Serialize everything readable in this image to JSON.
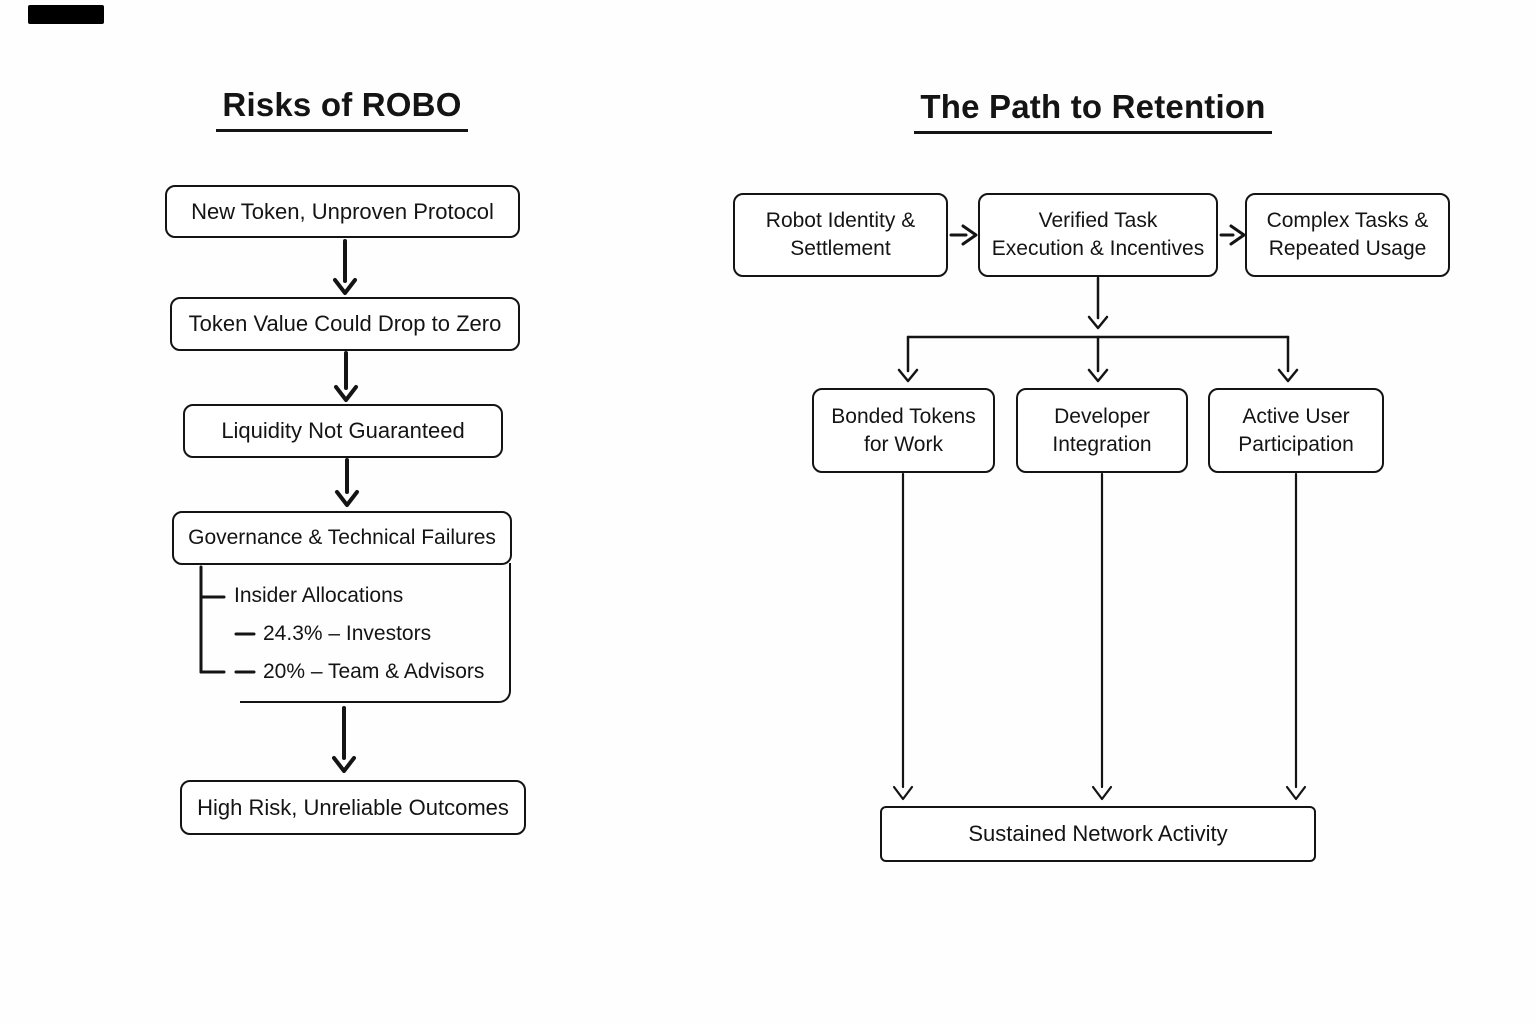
{
  "left_diagram": {
    "title": "Risks of ROBO",
    "nodes": {
      "n1": "New Token, Unproven Protocol",
      "n2": "Token Value Could Drop to Zero",
      "n3": "Liquidity Not Guaranteed",
      "n4": "Governance & Technical Failures",
      "n5": "High Risk, Unreliable Outcomes"
    },
    "governance_details": {
      "item": "Insider Allocations",
      "sub_items": [
        "24.3% – Investors",
        "20% – Team & Advisors"
      ]
    }
  },
  "right_diagram": {
    "title": "The Path to Retention",
    "top_row": [
      "Robot Identity & Settlement",
      "Verified Task Execution & Incentives",
      "Complex Tasks & Repeated Usage"
    ],
    "middle_row": [
      "Bonded Tokens for Work",
      "Developer Integration",
      "Active User Participation"
    ],
    "bottom": "Sustained Network Activity"
  },
  "colors": {
    "ink": "#141414",
    "background": "#fefefe"
  }
}
